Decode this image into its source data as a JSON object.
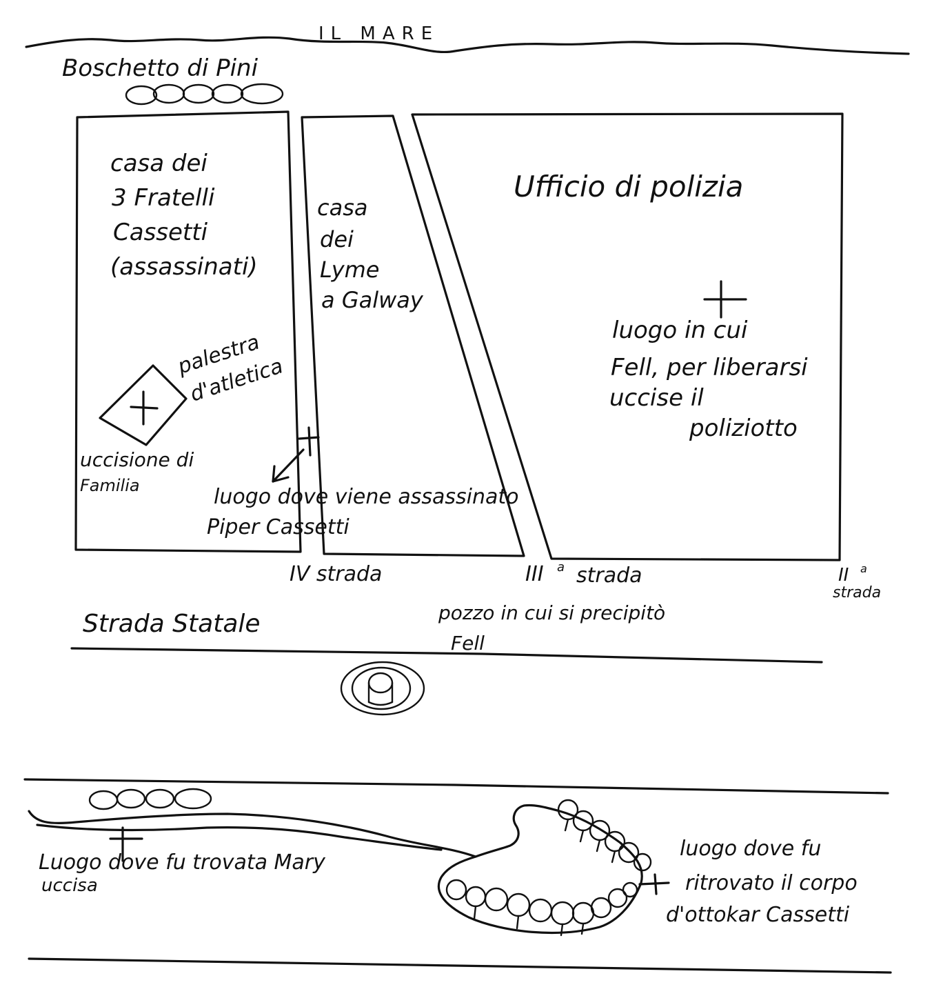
{
  "ink_color": "#111111",
  "paper_color": "#ffffff",
  "labels": {
    "sea": "IL MARE",
    "pine_grove": "Boschetto di Pini",
    "cassetti_house": [
      "casa dei",
      "3 Fratelli",
      "Cassetti",
      "(assassinati)"
    ],
    "lyme_house": [
      "casa",
      "dei",
      "Lyme",
      "a Galway"
    ],
    "police_office": "Ufficio di polizia",
    "police_murder": [
      "luogo in cui",
      "Fell, per liberarsi",
      "uccise il",
      "poliziotto"
    ],
    "gym": [
      "palestra",
      "d'atletica"
    ],
    "family_killing": [
      "uccisione di",
      "Familia"
    ],
    "piper_murder": [
      "luogo dove viene assassinato",
      "Piper Cassetti"
    ],
    "street_4": "IV strada",
    "street_3_num": "III",
    "street_3_sup": "a",
    "street_3_word": "strada",
    "street_2_num": "II",
    "street_2_sup": "a",
    "street_2_word": "strada",
    "state_road": "Strada Statale",
    "well": [
      "pozzo in cui si precipitò",
      "Fell"
    ],
    "mary_found": [
      "Luogo dove fu trovata Mary",
      "uccisa"
    ],
    "ottokar_found": [
      "luogo dove fu",
      "ritrovato il corpo",
      "d'ottokar Cassetti"
    ]
  }
}
